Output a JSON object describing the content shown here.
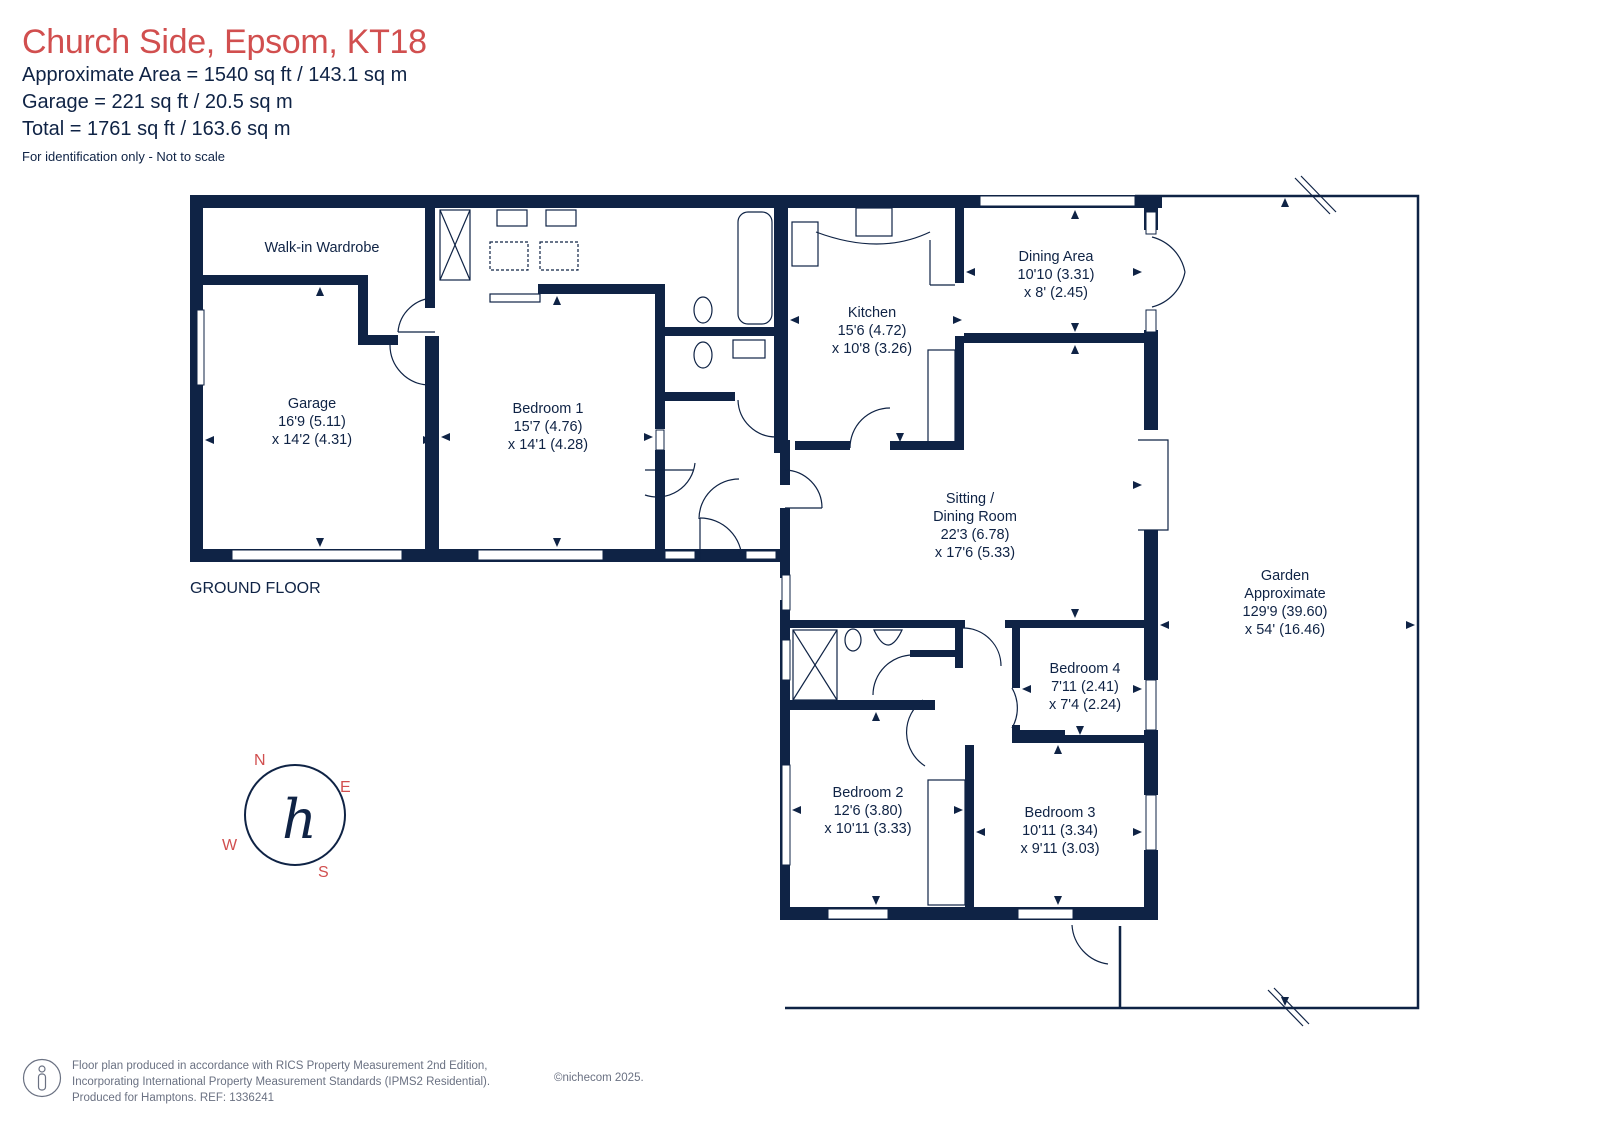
{
  "header": {
    "title": "Church Side, Epsom, KT18",
    "area_line": "Approximate Area = 1540 sq ft / 143.1 sq m",
    "garage_line": "Garage = 221 sq ft / 20.5 sq m",
    "total_line": "Total = 1761 sq ft / 163.6 sq m",
    "note": "For identification only - Not to scale"
  },
  "floor_label": "GROUND FLOOR",
  "rooms": {
    "walk_in_wardrobe": {
      "name": "Walk-in Wardrobe"
    },
    "garage": {
      "name": "Garage",
      "dim1": "16'9 (5.11)",
      "dim2": "x 14'2 (4.31)"
    },
    "bedroom1": {
      "name": "Bedroom 1",
      "dim1": "15'7 (4.76)",
      "dim2": "x 14'1 (4.28)"
    },
    "kitchen": {
      "name": "Kitchen",
      "dim1": "15'6 (4.72)",
      "dim2": "x 10'8 (3.26)"
    },
    "dining_area": {
      "name": "Dining Area",
      "dim1": "10'10 (3.31)",
      "dim2": "x 8' (2.45)"
    },
    "sitting_room": {
      "name": "Sitting /",
      "name2": "Dining Room",
      "dim1": "22'3 (6.78)",
      "dim2": "x 17'6 (5.33)"
    },
    "bedroom4": {
      "name": "Bedroom 4",
      "dim1": "7'11 (2.41)",
      "dim2": "x 7'4 (2.24)"
    },
    "bedroom2": {
      "name": "Bedroom 2",
      "dim1": "12'6 (3.80)",
      "dim2": "x 10'11 (3.33)"
    },
    "bedroom3": {
      "name": "Bedroom 3",
      "dim1": "10'11 (3.34)",
      "dim2": "x 9'11 (3.03)"
    },
    "garden": {
      "name": "Garden",
      "name2": "Approximate",
      "dim1": "129'9 (39.60)",
      "dim2": "x 54' (16.46)"
    }
  },
  "compass": {
    "n": "N",
    "e": "E",
    "s": "S",
    "w": "W",
    "logo": "h"
  },
  "footer": {
    "line1": "Floor plan produced in accordance with RICS Property Measurement 2nd Edition,",
    "line2": "Incorporating International Property Measurement Standards (IPMS2 Residential).",
    "line3": "Produced for Hamptons.  REF:  1336241",
    "copyright": "©nichecom 2025."
  },
  "colors": {
    "wall": "#0f2345",
    "title": "#d14f4f",
    "footer": "#6a7182"
  }
}
